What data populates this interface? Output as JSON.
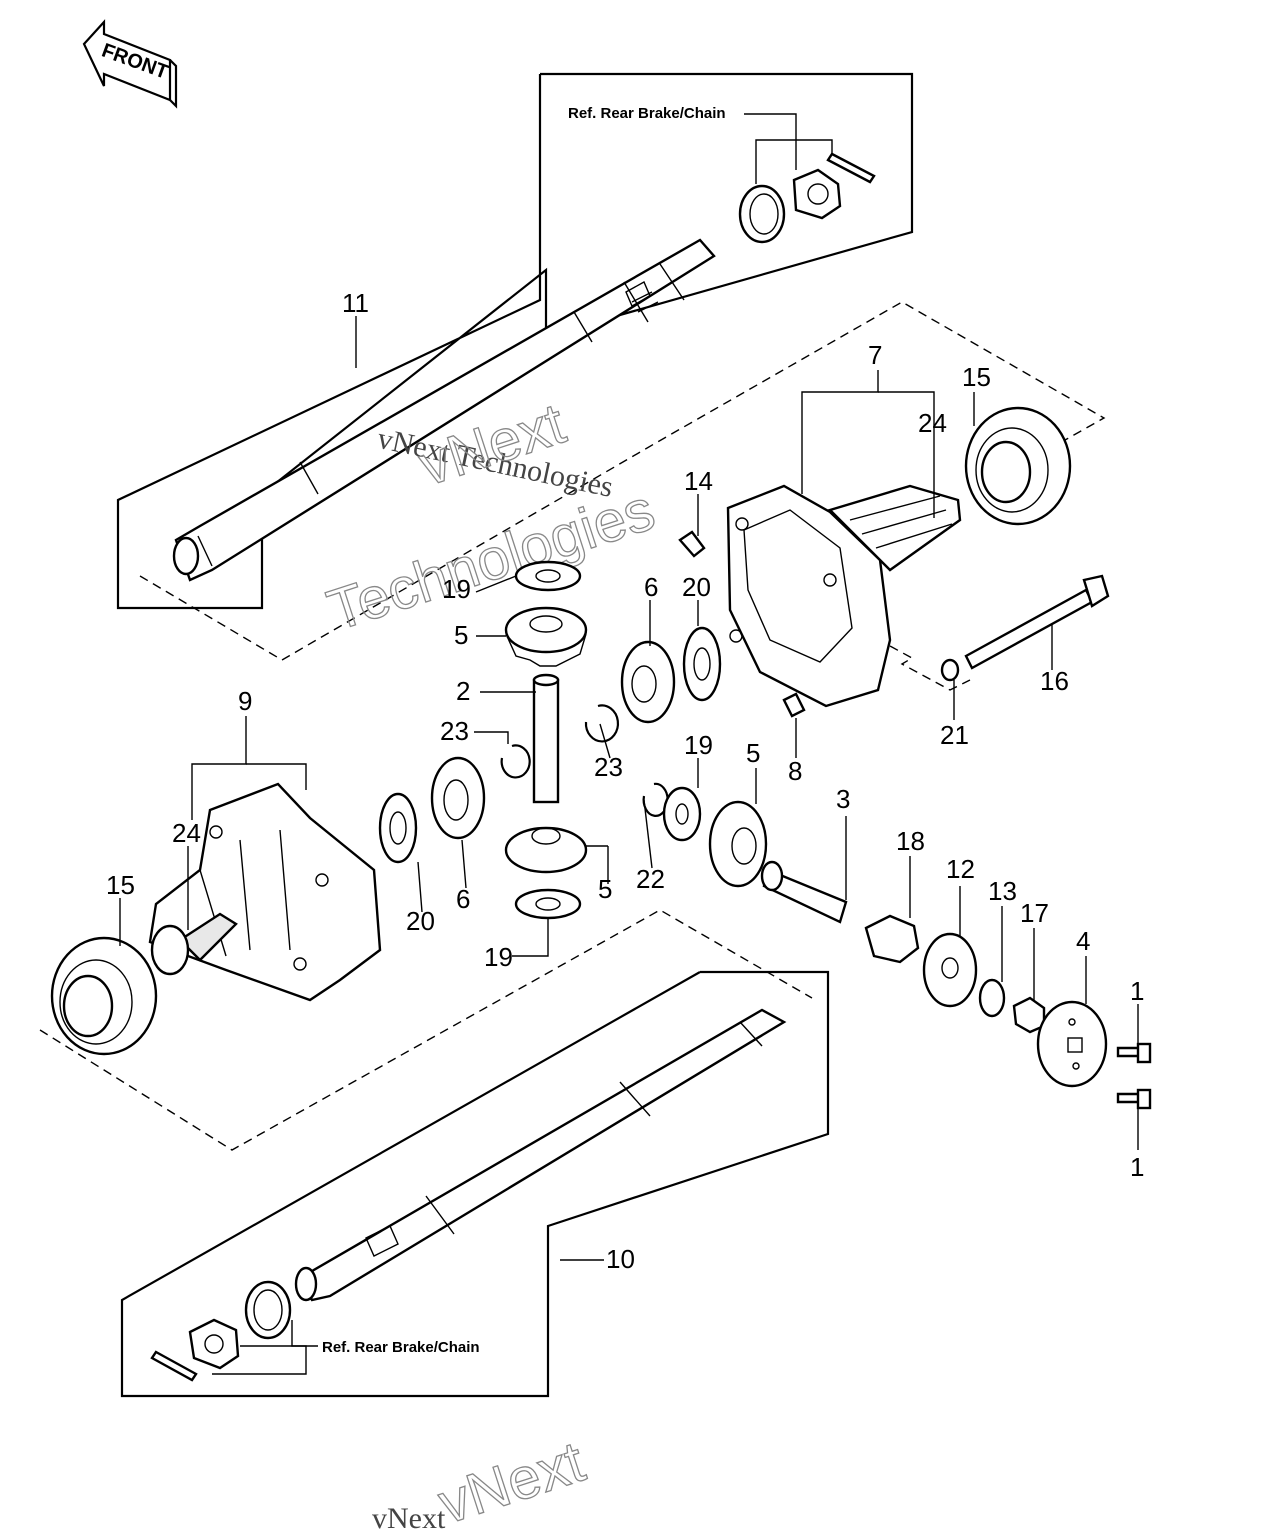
{
  "front_label": "FRONT",
  "ref_labels": {
    "upper": "Ref. Rear Brake/Chain",
    "lower": "Ref. Rear Brake/Chain"
  },
  "callouts": {
    "c1a": "1",
    "c1b": "1",
    "c2": "2",
    "c3": "3",
    "c4": "4",
    "c5a": "5",
    "c5b": "5",
    "c5c": "5",
    "c6a": "6",
    "c6b": "6",
    "c7": "7",
    "c8": "8",
    "c9": "9",
    "c10": "10",
    "c11": "11",
    "c12": "12",
    "c13": "13",
    "c14": "14",
    "c15a": "15",
    "c15b": "15",
    "c16": "16",
    "c17": "17",
    "c18": "18",
    "c19a": "19",
    "c19b": "19",
    "c19c": "19",
    "c20a": "20",
    "c20b": "20",
    "c21": "21",
    "c22": "22",
    "c23a": "23",
    "c23b": "23",
    "c24a": "24",
    "c24b": "24"
  },
  "watermarks": {
    "line1": "vNext Technologies",
    "line2": "vNext",
    "line3": "Technologies",
    "bottom1": "vNext",
    "bottom2": "vNext"
  }
}
